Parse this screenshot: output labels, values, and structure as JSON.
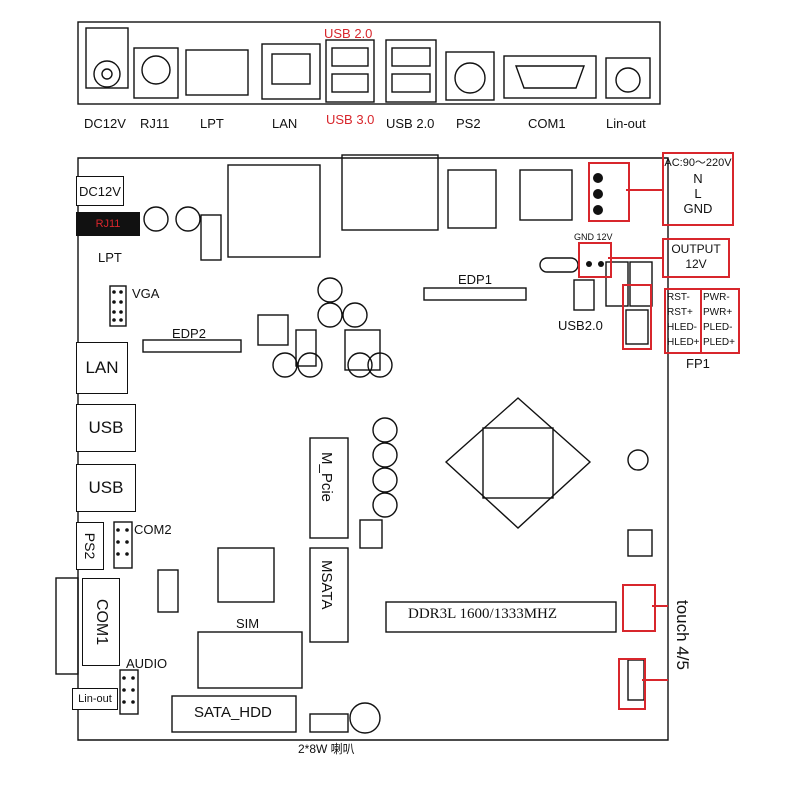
{
  "rear_io": {
    "usb_top": "USB 2.0",
    "labels": [
      "DC12V",
      "RJ11",
      "LPT",
      "LAN",
      "USB 3.0",
      "USB 2.0",
      "PS2",
      "COM1",
      "Lin-out"
    ]
  },
  "board": {
    "dc12v": "DC12V",
    "rj11": "RJ11",
    "lpt": "LPT",
    "vga": "VGA",
    "edp1": "EDP1",
    "edp2": "EDP2",
    "lan": "LAN",
    "usb_a": "USB",
    "usb_b": "USB",
    "ps2": "PS2",
    "com2": "COM2",
    "com1": "COM1",
    "audio": "AUDIO",
    "lin_out": "Lin-out",
    "sim": "SIM",
    "sata": "SATA_HDD",
    "speaker": "2*8W 喇叭",
    "mpcie": "M_Pcie",
    "msata": "MSATA",
    "ddr": "DDR3L 1600/1333MHZ",
    "usb20": "USB2.0",
    "gnd12v": "GND 12V",
    "touch": "touch 4/5"
  },
  "callouts": {
    "ac": [
      "AC:90～220V",
      "N",
      "L",
      "GND"
    ],
    "output": [
      "OUTPUT",
      "12V"
    ],
    "fp1_left": [
      "RST-",
      "RST+",
      "HLED-",
      "HLED+"
    ],
    "fp1_right": [
      "PWR-",
      "PWR+",
      "PLED-",
      "PLED+"
    ],
    "fp1": "FP1"
  },
  "colors": {
    "accent": "#d8262c",
    "line": "#111111"
  }
}
